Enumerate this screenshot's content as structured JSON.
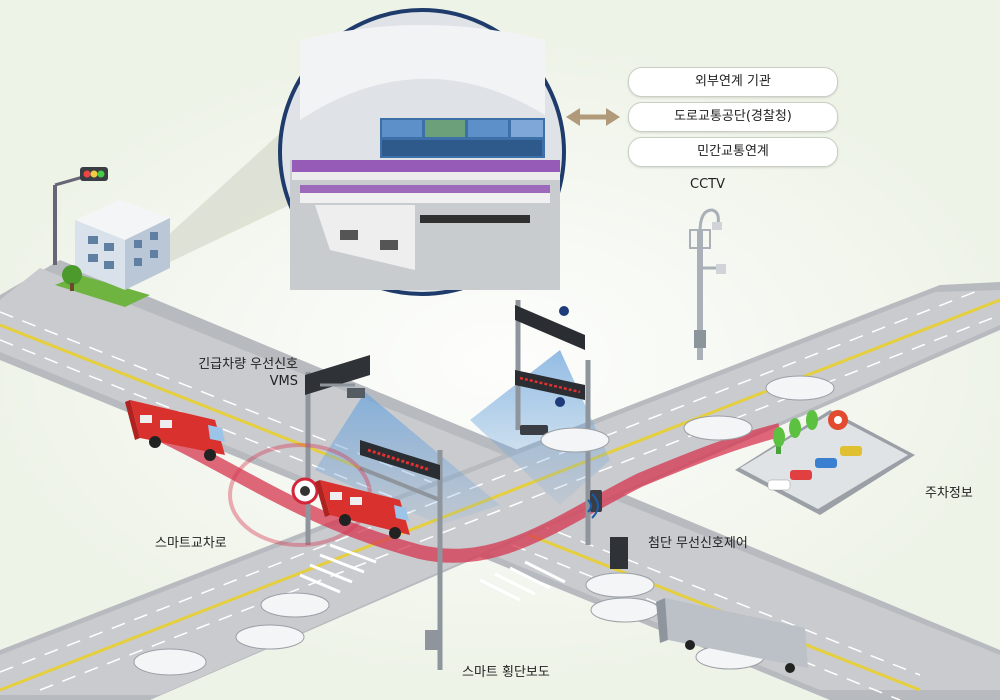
{
  "partners": {
    "items": [
      "외부연계 기관",
      "도로교통공단(경찰청)",
      "민간교통연계"
    ]
  },
  "labels": {
    "cctv": "CCTV",
    "vms_line1": "긴급차량 우선신호",
    "vms_line2": "VMS",
    "smart_intersection": "스마트교차로",
    "advanced_signal": "첨단 무선신호제어",
    "parking_info": "주차정보",
    "smart_crosswalk": "스마트 횡단보도"
  },
  "colors": {
    "background": "#eef3e8",
    "road": "#c9cbcf",
    "lane_yellow": "#e6cf3d",
    "emergency_path": "#d6364f",
    "signal_beam": "#7fb1df",
    "fire_truck": "#d9322e"
  }
}
